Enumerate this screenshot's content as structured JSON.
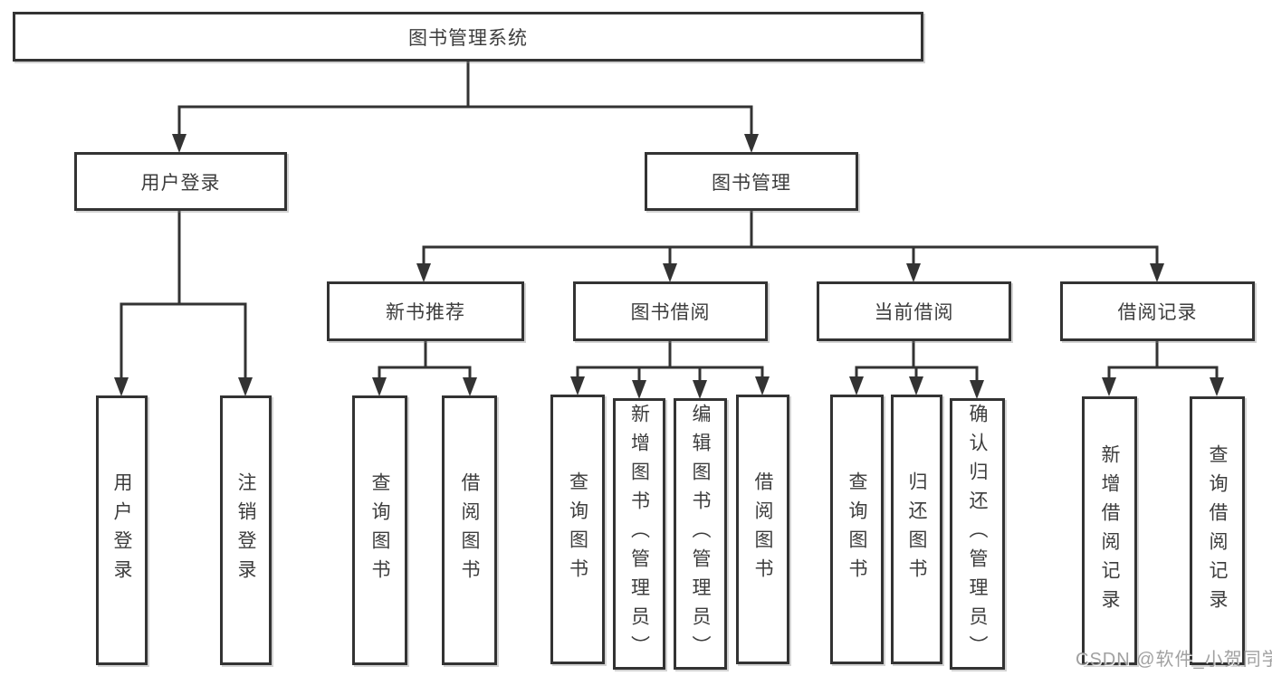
{
  "diagram": {
    "title": "图书管理系统",
    "user_login": {
      "label": "用户登录",
      "children": [
        "用户登录",
        "注销登录"
      ]
    },
    "book_management": {
      "label": "图书管理",
      "new_book_recommend": {
        "label": "新书推荐",
        "children": [
          "查询图书",
          "借阅图书"
        ]
      },
      "book_borrowing": {
        "label": "图书借阅",
        "children": [
          "查询图书",
          "新增图书（管理员）",
          "编辑图书（管理员）",
          "借阅图书"
        ]
      },
      "current_borrowing": {
        "label": "当前借阅",
        "children": [
          "查询图书",
          "归还图书",
          "确认归还（管理员）"
        ]
      },
      "borrowing_records": {
        "label": "借阅记录",
        "children": [
          "新增借阅记录",
          "查询借阅记录"
        ]
      }
    }
  },
  "watermark": {
    "text": "CSDN @软件_小贺同学"
  },
  "colors": {
    "line": "#333333",
    "text": "#3d3d3d",
    "background": "#ffffff",
    "watermark": "#919191"
  }
}
